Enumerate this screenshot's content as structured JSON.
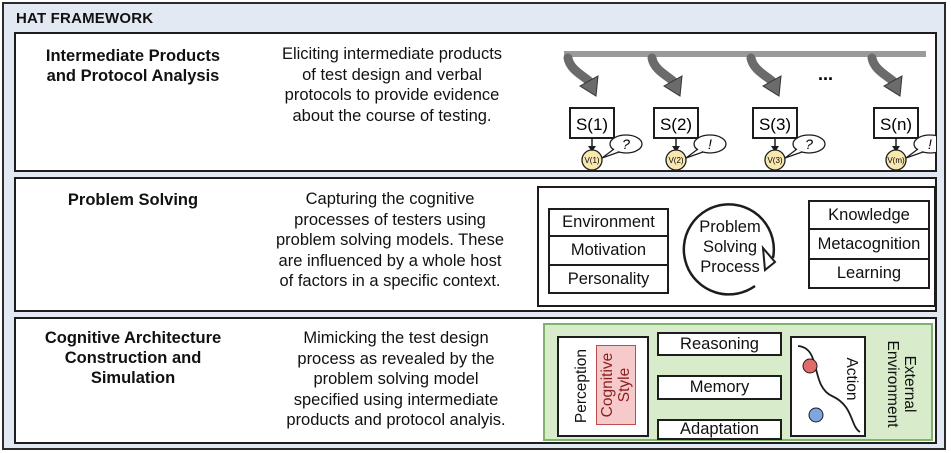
{
  "framework_title": "HAT FRAMEWORK",
  "sections": [
    {
      "title": "Intermediate Products\nand Protocol Analysis",
      "description": "Eliciting intermediate products\nof test design and verbal\nprotocols  to provide evidence\nabout the course of testing."
    },
    {
      "title": "Problem Solving",
      "description": "Capturing the cognitive\nprocesses of testers using\nproblem solving models. These\nare influenced by a whole host\nof factors in a specific context."
    },
    {
      "title": "Cognitive Architecture\nConstruction and\nSimulation",
      "description": "Mimicking the test design\nprocess as revealed by the\nproblem solving model\nspecified using intermediate\nproducts and protocol analyis."
    }
  ],
  "protocol_diagram": {
    "steps": [
      "S(1)",
      "S(2)",
      "S(3)",
      "S(n)"
    ],
    "verbal": [
      "V(1)",
      "V(2)",
      "V(3)",
      "V(m)"
    ],
    "bubbles": [
      "?",
      "!",
      "?",
      "!"
    ],
    "ellipsis": "..."
  },
  "problem_diagram": {
    "left_factors": [
      "Environment",
      "Motivation",
      "Personality"
    ],
    "center": "Problem\nSolving\nProcess",
    "right_factors": [
      "Knowledge",
      "Metacognition",
      "Learning"
    ]
  },
  "architecture_diagram": {
    "perception": "Perception",
    "cognitive_style": "Cognitive\nStyle",
    "modules": [
      "Reasoning",
      "Memory",
      "Adaptation"
    ],
    "action": "Action",
    "environment": "External\nEnvironment"
  },
  "colors": {
    "frame_bg": "#e3e9f3",
    "verbal_fill": "#f9e7b0",
    "cognitive_style_fill": "#f6caca",
    "architecture_bg": "#d8ebcb",
    "architecture_border": "#7fb36a",
    "node_red": "#e06b6b",
    "node_blue": "#7ea6de"
  }
}
